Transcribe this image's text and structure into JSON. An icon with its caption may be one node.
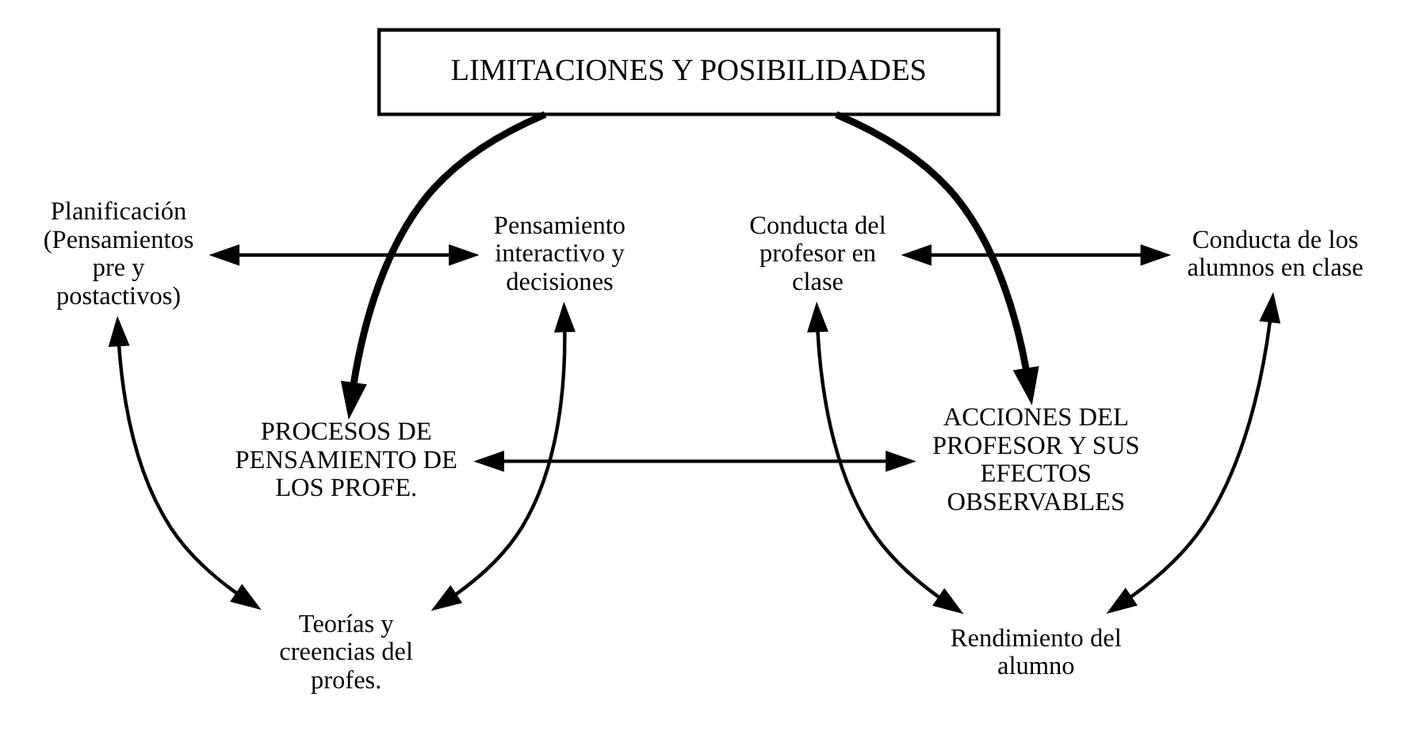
{
  "diagram": {
    "nodes": [
      {
        "text": [
          "LIMITACIONES Y POSIBILIDADES"
        ]
      },
      {
        "text": [
          "Planificación (Pensamientos pre y postactivos)"
        ]
      },
      {
        "text": [
          "Pensamiento interactivo y decisiones"
        ]
      },
      {
        "text": [
          "PROCESOS DE PENSAMIENTO DE LOS PROFE."
        ]
      },
      {
        "text": [
          "Teorías y creencias del profes."
        ]
      },
      {
        "text": [
          "Conducta del profesor en clase"
        ]
      },
      {
        "text": [
          "Conducta de los alumnos en clase"
        ]
      },
      {
        "text": [
          "ACCIONES DEL PROFESOR Y SUS EFECTOS OBSERVABLES"
        ]
      },
      {
        "text": [
          "Rendimiento del alumno"
        ]
      }
    ],
    "edges": [
      {
        "from": 0,
        "to": 3,
        "arrow": "to",
        "style": "thick"
      },
      {
        "from": 0,
        "to": 7,
        "arrow": "to",
        "style": "thick"
      },
      {
        "from": 1,
        "to": 2,
        "arrow": "both"
      },
      {
        "from": 1,
        "to": 4,
        "arrow": "both"
      },
      {
        "from": 2,
        "to": 4,
        "arrow": "both"
      },
      {
        "from": 3,
        "to": 7,
        "arrow": "both"
      },
      {
        "from": 5,
        "to": 6,
        "arrow": "both"
      },
      {
        "from": 5,
        "to": 8,
        "arrow": "both"
      },
      {
        "from": 6,
        "to": 8,
        "arrow": "both"
      }
    ]
  }
}
